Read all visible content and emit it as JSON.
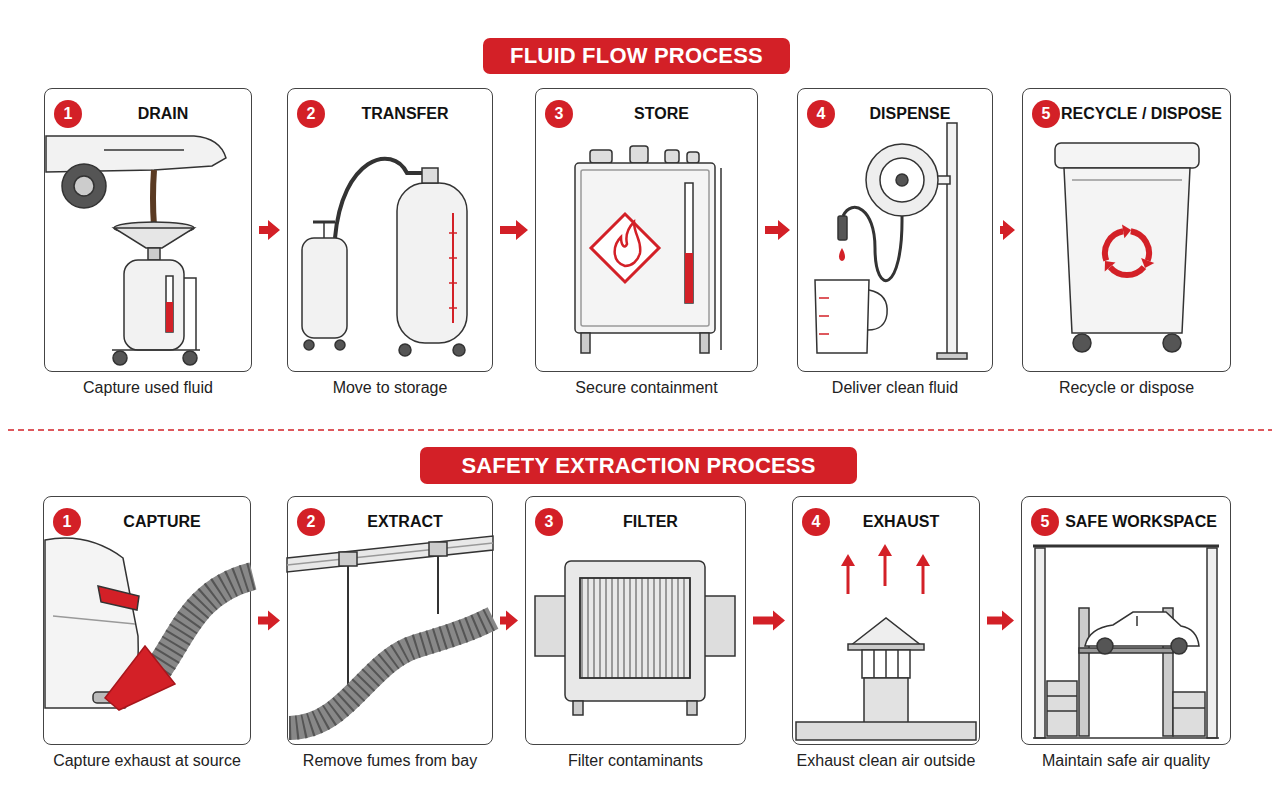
{
  "diagram": {
    "nodes": [
      {
        "text": [
          "FLUID FLOW PROCESS"
        ]
      },
      {
        "text": [
          "DRAIN",
          "Capture used fluid"
        ]
      },
      {
        "text": [
          "1"
        ],
        "in": 1
      },
      {
        "text": [
          "TRANSFER",
          "Move to storage"
        ]
      },
      {
        "text": [
          "2"
        ],
        "in": 3
      },
      {
        "text": [
          "STORE",
          "Secure containment"
        ]
      },
      {
        "text": [
          "3"
        ],
        "in": 5
      },
      {
        "text": [
          "DISPENSE",
          "Deliver clean fluid"
        ]
      },
      {
        "text": [
          "4"
        ],
        "in": 7
      },
      {
        "text": [
          "RECYCLE / DISPOSE",
          "Recycle or dispose"
        ]
      },
      {
        "text": [
          "5"
        ],
        "in": 9
      },
      {
        "text": [
          "SAFETY EXTRACTION PROCESS"
        ]
      },
      {
        "text": [
          "CAPTURE",
          "Capture exhaust at source"
        ]
      },
      {
        "text": [
          "1"
        ],
        "in": 12
      },
      {
        "text": [
          "EXTRACT",
          "Remove fumes from bay"
        ]
      },
      {
        "text": [
          "2"
        ],
        "in": 14
      },
      {
        "text": [
          "FILTER",
          "Filter contaminants"
        ]
      },
      {
        "text": [
          "3"
        ],
        "in": 16
      },
      {
        "text": [
          "EXHAUST",
          "Exhaust clean air outside"
        ]
      },
      {
        "text": [
          "4"
        ],
        "in": 18
      },
      {
        "text": [
          "SAFE WORKSPACE",
          "Maintain safe air quality"
        ]
      },
      {
        "text": [
          "5"
        ],
        "in": 20
      }
    ],
    "edges": [
      {
        "from": 1,
        "to": 3,
        "arrow": "to"
      },
      {
        "from": 3,
        "to": 5,
        "arrow": "to"
      },
      {
        "from": 5,
        "to": 7,
        "arrow": "to"
      },
      {
        "from": 7,
        "to": 9,
        "arrow": "to"
      },
      {
        "from": 12,
        "to": 14,
        "arrow": "to"
      },
      {
        "from": 14,
        "to": 16,
        "arrow": "to"
      },
      {
        "from": 16,
        "to": 18,
        "arrow": "to"
      },
      {
        "from": 18,
        "to": 20,
        "arrow": "to"
      }
    ]
  }
}
